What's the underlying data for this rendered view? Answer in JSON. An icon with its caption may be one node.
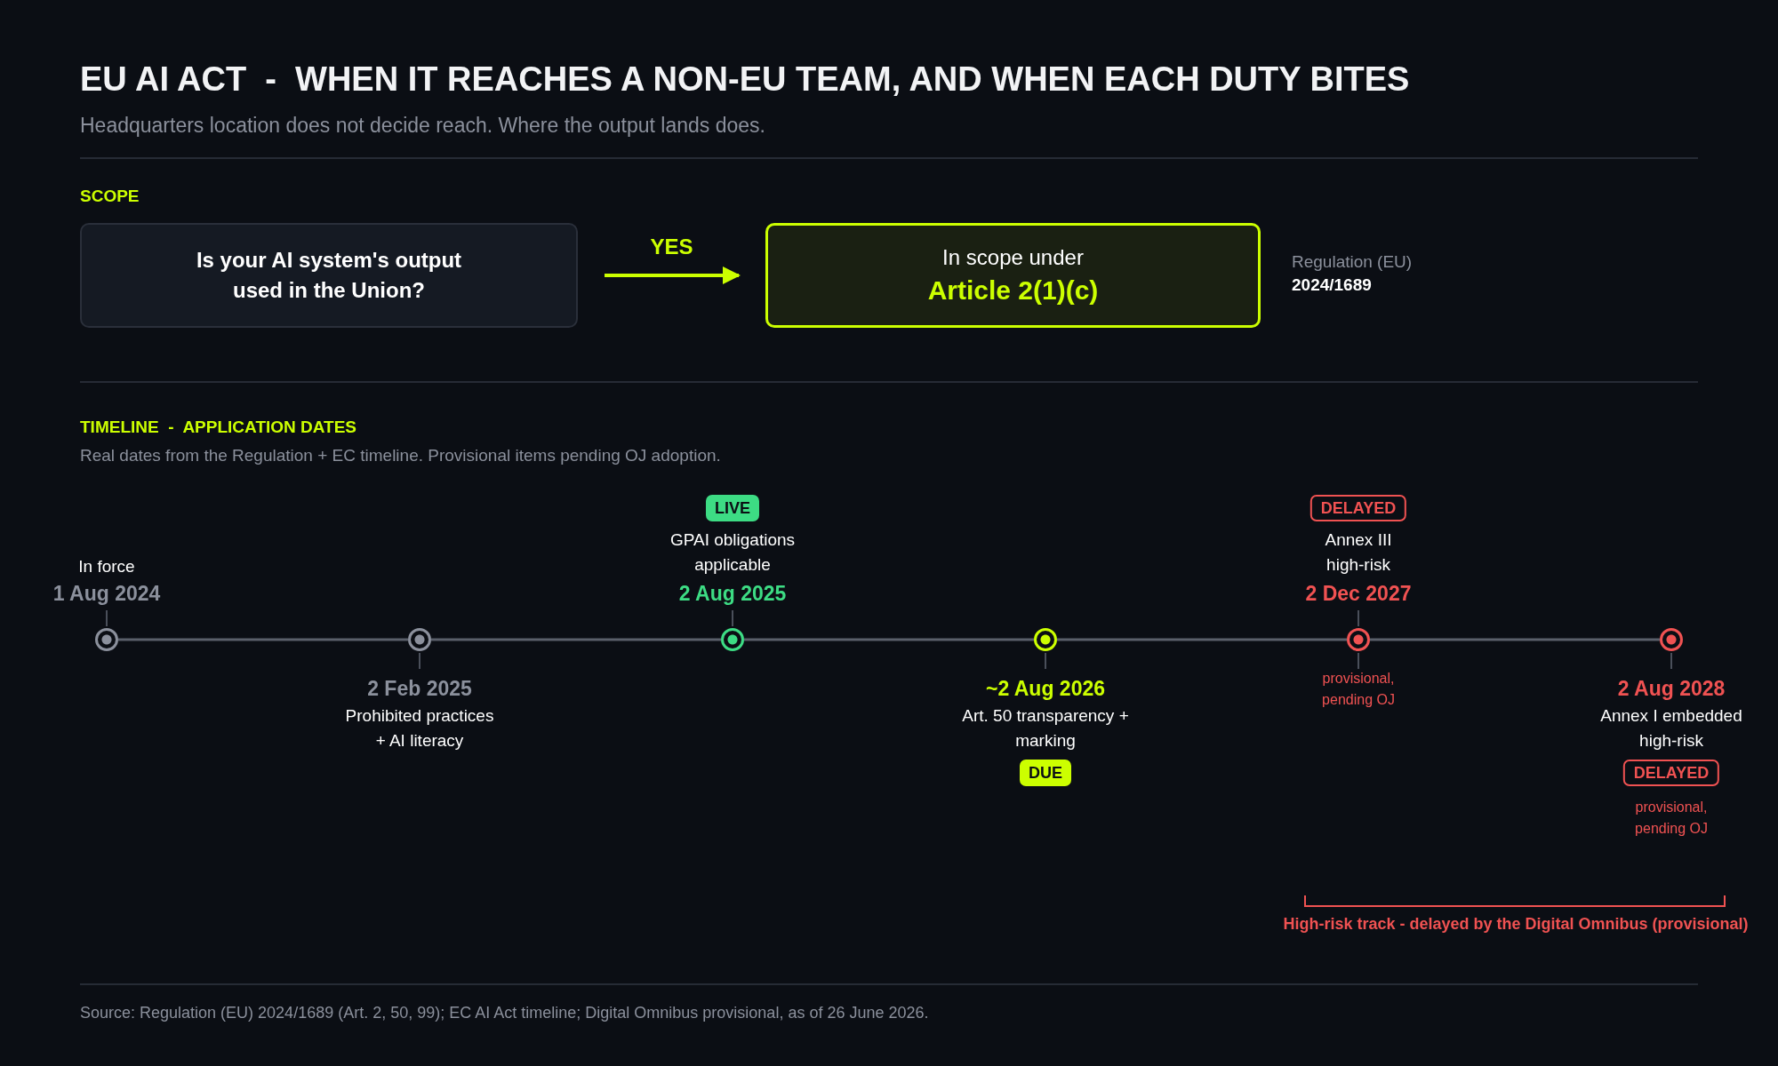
{
  "diagram": {
    "title": "EU AI ACT  -  WHEN IT REACHES A NON-EU TEAM, AND WHEN EACH DUTY BITES",
    "caption": "Source: Regulation (EU) 2024/1689 (Art. 2, 50, 99); EC AI Act timeline; Digital Omnibus provisional, as of 26 June 2026.",
    "nodes": [
      {
        "text": [
          "Is your AI system's output used in the Union?"
        ]
      },
      {
        "text": [
          "In scope under",
          "Article 2(1)(c)"
        ]
      },
      {
        "text": [],
        "shape": "circle",
        "beside": [
          "In force",
          "1 Aug 2024"
        ]
      },
      {
        "text": [],
        "shape": "circle",
        "beside": [
          "2 Feb 2025",
          "Prohibited practices + AI literacy"
        ]
      },
      {
        "text": [
          "LIVE"
        ]
      },
      {
        "text": [],
        "shape": "circle",
        "beside": [
          "GPAI obligations applicable",
          "2 Aug 2025"
        ]
      },
      {
        "text": [],
        "shape": "circle",
        "beside": [
          "~2 Aug 2026",
          "Art. 50 transparency + marking"
        ]
      },
      {
        "text": [
          "DUE"
        ]
      },
      {
        "text": [
          "DELAYED"
        ]
      },
      {
        "text": [],
        "shape": "circle",
        "beside": [
          "Annex III high-risk",
          "2 Dec 2027",
          "provisional, pending OJ"
        ]
      },
      {
        "text": [],
        "shape": "circle",
        "beside": [
          "2 Aug 2028",
          "Annex I embedded high-risk"
        ]
      },
      {
        "text": [
          "DELAYED"
        ],
        "beside": [
          "provisional, pending OJ"
        ]
      }
    ],
    "edges": [
      {
        "from": 0,
        "to": 1,
        "arrow": "to",
        "label": "YES",
        "color": "#ccff00"
      },
      {
        "from": 2,
        "to": 3,
        "arrow": "none"
      },
      {
        "from": 3,
        "to": 5,
        "arrow": "none"
      },
      {
        "from": 5,
        "to": 6,
        "arrow": "none"
      },
      {
        "from": 6,
        "to": 9,
        "arrow": "none"
      },
      {
        "from": 9,
        "to": 10,
        "arrow": "none"
      }
    ],
    "labels": [
      "Headquarters location does not decide reach. Where the output lands does.",
      "SCOPE",
      "Regulation (EU)",
      "2024/1689",
      "TIMELINE  -  APPLICATION DATES",
      "Real dates from the Regulation + EC timeline. Provisional items pending OJ adoption.",
      "High-risk track - delayed by the Digital Omnibus (provisional)"
    ]
  }
}
